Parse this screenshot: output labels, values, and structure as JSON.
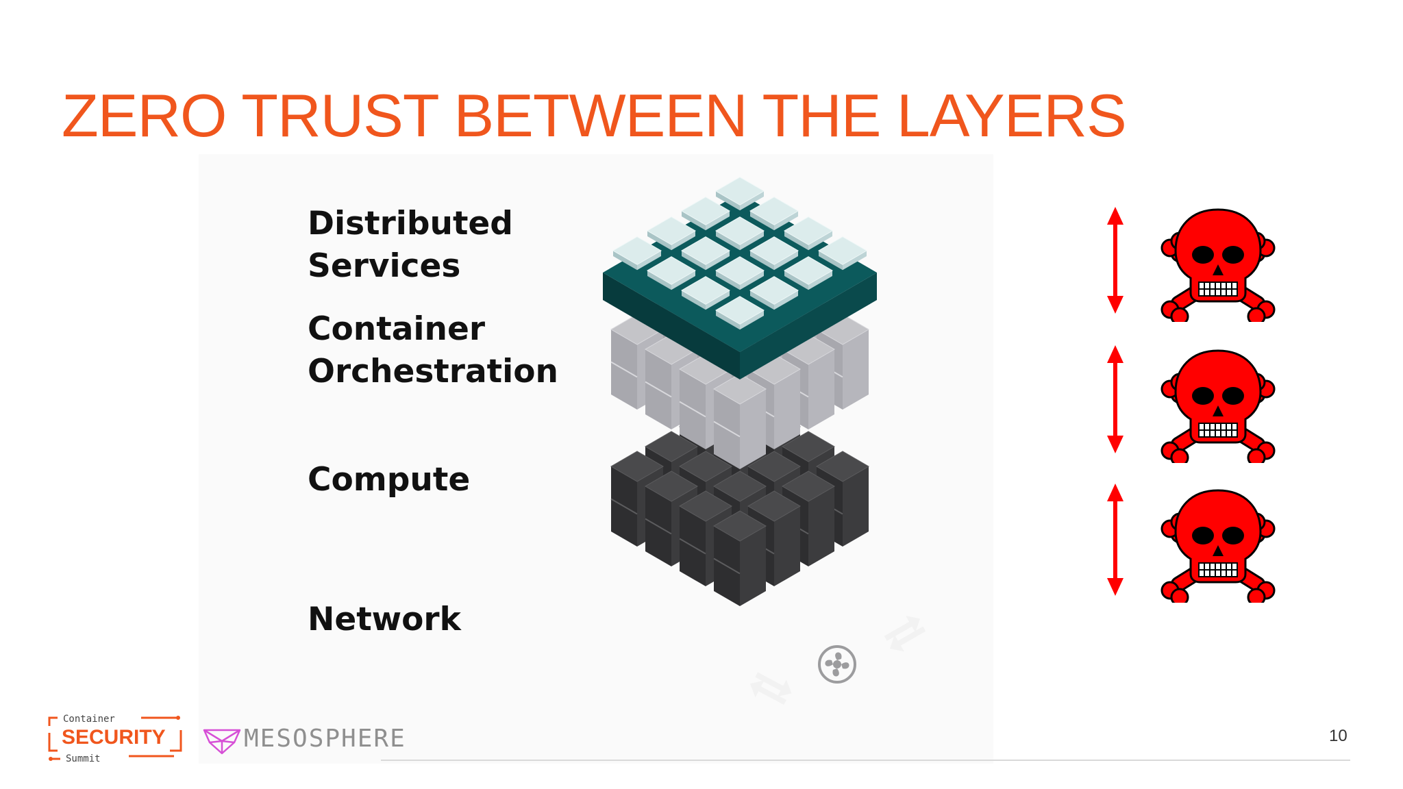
{
  "slide": {
    "title": "ZERO TRUST BETWEEN THE LAYERS",
    "page_number": "10",
    "title_color": "#f0561d"
  },
  "layers": [
    {
      "line1": "Distributed",
      "line2": "Services"
    },
    {
      "line1": "Container",
      "line2": "Orchestration"
    },
    {
      "line1": "Compute",
      "line2": ""
    },
    {
      "line1": "Network",
      "line2": ""
    }
  ],
  "threats": [
    {
      "icon": "skull-crossbones-icon",
      "arrow": "double-arrow-icon",
      "color": "#ff0000"
    },
    {
      "icon": "skull-crossbones-icon",
      "arrow": "double-arrow-icon",
      "color": "#ff0000"
    },
    {
      "icon": "skull-crossbones-icon",
      "arrow": "double-arrow-icon",
      "color": "#ff0000"
    }
  ],
  "footer": {
    "logo_container": "Container",
    "logo_security": "SECURITY",
    "logo_summit": "Summit",
    "logo_mesosphere": "MESOSPHERE",
    "logo_accent_color": "#f0561d",
    "logo_mesosphere_color": "#d64fd6"
  },
  "colors": {
    "orchestration_layer": "#0c5a5c",
    "service_tile": "#dcecec",
    "compute_server": "#c4c4c8",
    "network_switch": "#4a4a4c"
  }
}
